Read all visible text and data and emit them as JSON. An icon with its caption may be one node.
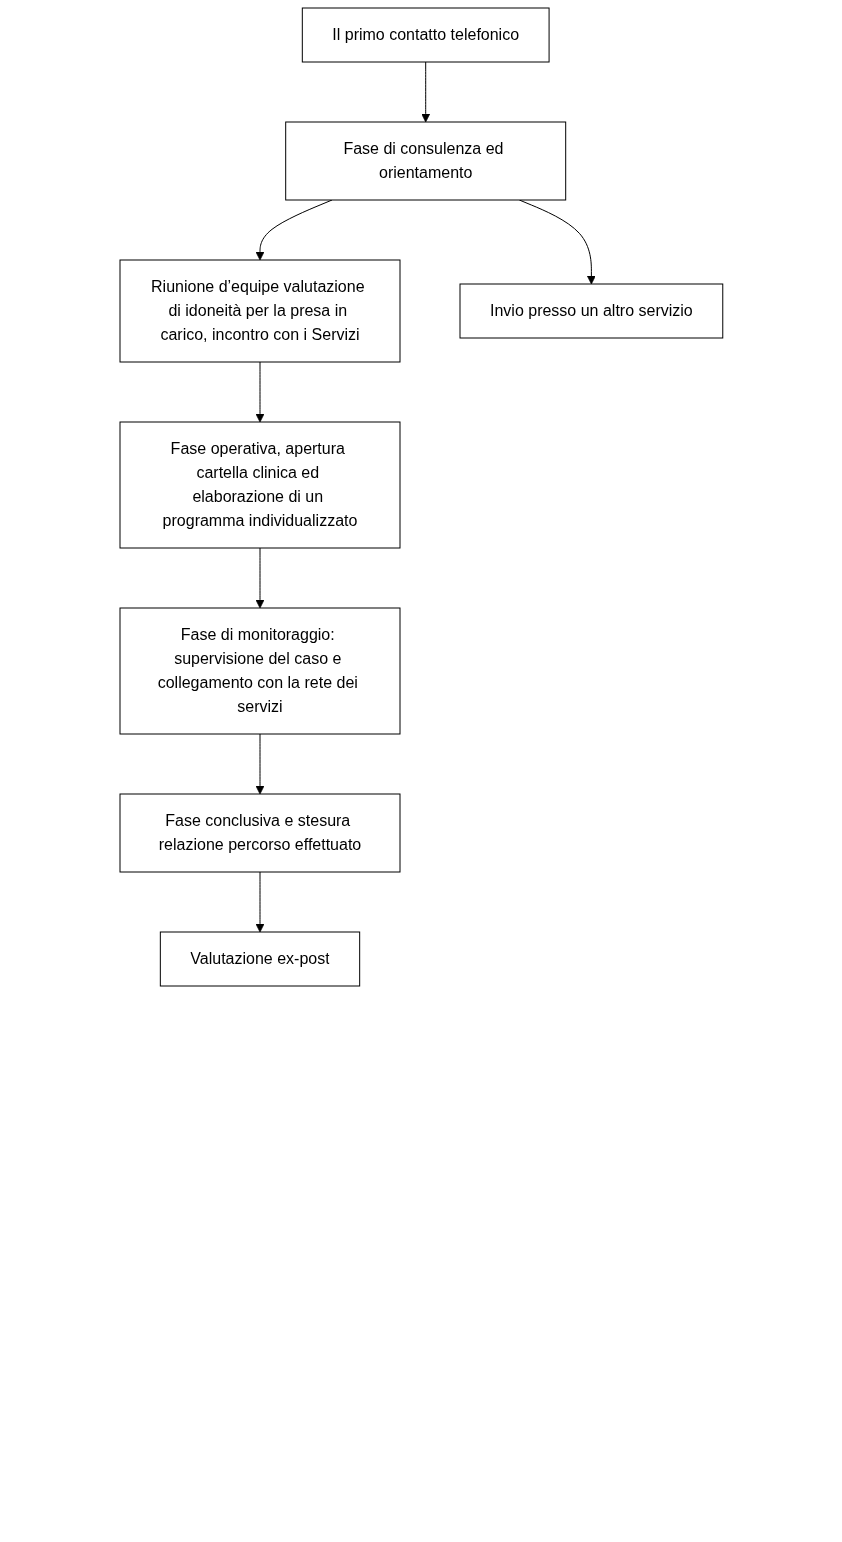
{
  "diagram": {
    "nodes": [
      {
        "text": [
          "Il primo contatto telefonico"
        ]
      },
      {
        "text": [
          "Fase di consulenza ed orientamento"
        ]
      },
      {
        "text": [
          "Riunione d’equipe valutazione di idoneità per la presa in carico, incontro con i Servizi"
        ]
      },
      {
        "text": [
          "Invio presso un altro servizio"
        ]
      },
      {
        "text": [
          "Fase operativa, apertura cartella clinica ed elaborazione di un programma individualizzato"
        ]
      },
      {
        "text": [
          "Fase di monitoraggio: supervisione del caso e collegamento con la rete dei servizi"
        ]
      },
      {
        "text": [
          "Fase conclusiva e stesura relazione percorso effettuato"
        ]
      },
      {
        "text": [
          "Valutazione ex-post"
        ]
      }
    ],
    "edges": [
      {
        "from": 0,
        "to": 1,
        "arrow": "to"
      },
      {
        "from": 1,
        "to": 2,
        "arrow": "to"
      },
      {
        "from": 1,
        "to": 3,
        "arrow": "to"
      },
      {
        "from": 2,
        "to": 4,
        "arrow": "to"
      },
      {
        "from": 4,
        "to": 5,
        "arrow": "to"
      },
      {
        "from": 5,
        "to": 6,
        "arrow": "to"
      },
      {
        "from": 6,
        "to": 7,
        "arrow": "to"
      }
    ]
  }
}
